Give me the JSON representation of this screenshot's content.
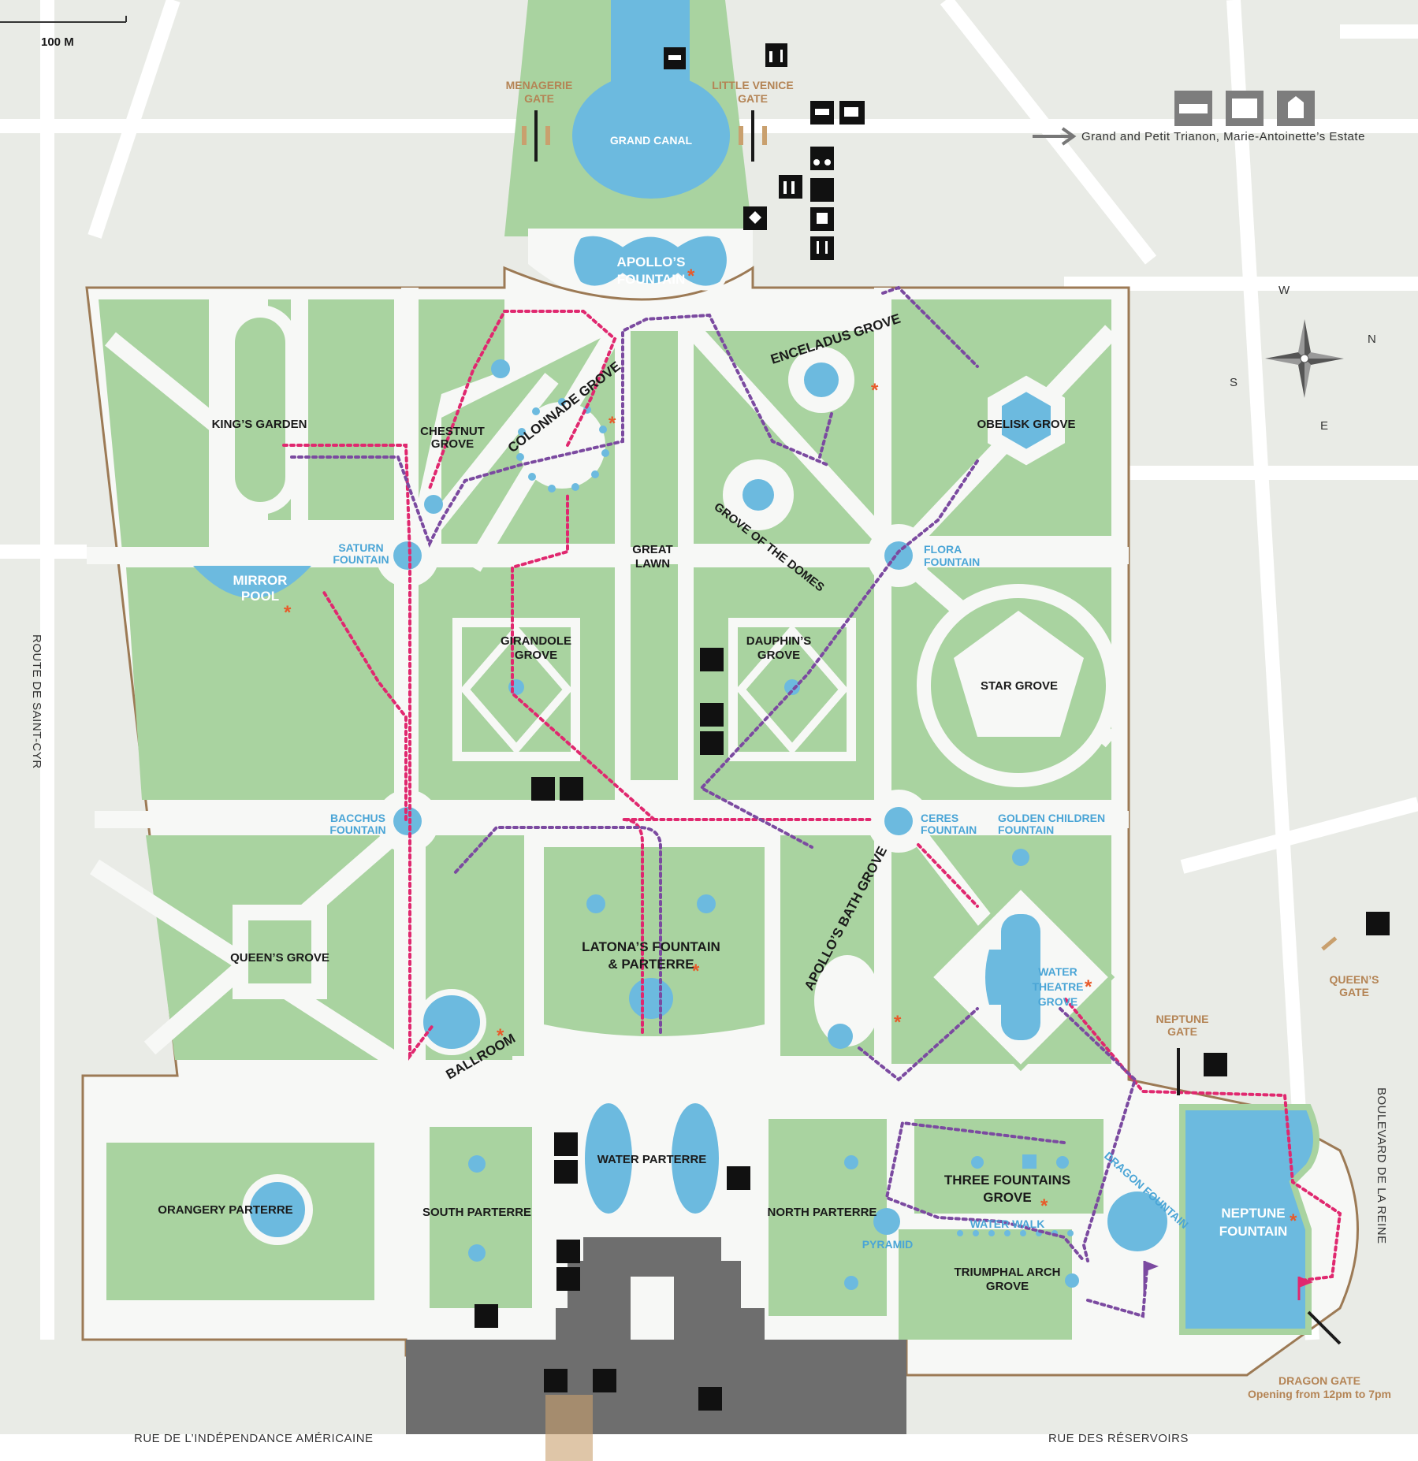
{
  "scale_label": "100 M",
  "compass": {
    "n": "N",
    "s": "S",
    "e": "E",
    "w": "W"
  },
  "trianon_label": "Grand and Petit Trianon, Marie-Antoinette’s Estate",
  "gates": {
    "menagerie": [
      "MENAGERIE",
      "GATE"
    ],
    "little_venice": [
      "LITTLE VENICE",
      "GATE"
    ],
    "queens": [
      "QUEEN’S",
      "GATE"
    ],
    "neptune": [
      "NEPTUNE",
      "GATE"
    ],
    "dragon": [
      "DRAGON GATE"
    ],
    "dragon_hours": "Opening from 12pm to 7pm"
  },
  "streets": {
    "saint_cyr": "ROUTE DE SAINT-CYR",
    "independance": "RUE DE L’INDÉPENDANCE AMÉRICAINE",
    "reservoirs": "RUE DES RÉSERVOIRS",
    "reine": "BOULEVARD DE LA REINE"
  },
  "places": {
    "grand_canal": "GRAND CANAL",
    "apollo": [
      "APOLLO’S",
      "FOUNTAIN"
    ],
    "kings_garden": "KING’S GARDEN",
    "chestnut": [
      "CHESTNUT",
      "GROVE"
    ],
    "colonnade": "COLONNADE GROVE",
    "enceladus": "ENCELADUS GROVE",
    "obelisk": "OBELISK GROVE",
    "saturn": [
      "SATURN",
      "FOUNTAIN"
    ],
    "mirror": [
      "MIRROR",
      "POOL"
    ],
    "great_lawn": [
      "GREAT",
      "LAWN"
    ],
    "domes": "GROVE OF THE DOMES",
    "flora": [
      "FLORA",
      "FOUNTAIN"
    ],
    "girandole": [
      "GIRANDOLE",
      "GROVE"
    ],
    "dauphin": [
      "DAUPHIN’S",
      "GROVE"
    ],
    "star": "STAR GROVE",
    "bacchus": [
      "BACCHUS",
      "FOUNTAIN"
    ],
    "ceres": [
      "CERES",
      "FOUNTAIN"
    ],
    "golden_children": [
      "GOLDEN CHILDREN",
      "FOUNTAIN"
    ],
    "queens_grove": "QUEEN’S GROVE",
    "latona": [
      "LATONA’S FOUNTAIN",
      "& PARTERRE"
    ],
    "apollos_bath": "APOLLO’S BATH GROVE",
    "water_theatre": [
      "WATER",
      "THEATRE",
      "GROVE"
    ],
    "ballroom": "BALLROOM",
    "orangery": "ORANGERY PARTERRE",
    "south_parterre": "SOUTH PARTERRE",
    "water_parterre": "WATER PARTERRE",
    "north_parterre": "NORTH PARTERRE",
    "three_fountains": [
      "THREE FOUNTAINS",
      "GROVE"
    ],
    "water_walk": "WATER WALK",
    "pyramid": "PYRAMID",
    "dragon_fountain": "DRAGON FOUNTAIN",
    "neptune": [
      "NEPTUNE",
      "FOUNTAIN"
    ],
    "triumphal": [
      "TRIUMPHAL ARCH",
      "GROVE"
    ]
  },
  "colors": {
    "lawn": "#a9d3a0",
    "path": "#f7f8f6",
    "water": "#6cbadf",
    "route_pink": "#e0286f",
    "route_purple": "#7b4aa0",
    "gold": "#b48455",
    "building": "#6e6e6e",
    "wall": "#9c7a55"
  }
}
